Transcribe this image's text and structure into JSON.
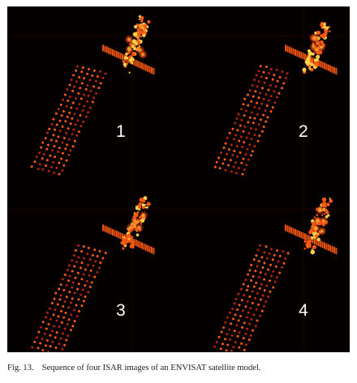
{
  "figure": {
    "panels": [
      {
        "label": "1"
      },
      {
        "label": "2"
      },
      {
        "label": "3"
      },
      {
        "label": "4"
      }
    ],
    "colors": {
      "background": "#050000",
      "scatter_core": "#ffd24a",
      "scatter_mid": "#ff5a12",
      "scatter_dim": "#b3230a"
    }
  },
  "caption": {
    "number": "Fig. 13.",
    "text": "Sequence of four ISAR images of an ENVISAT satellite model."
  }
}
